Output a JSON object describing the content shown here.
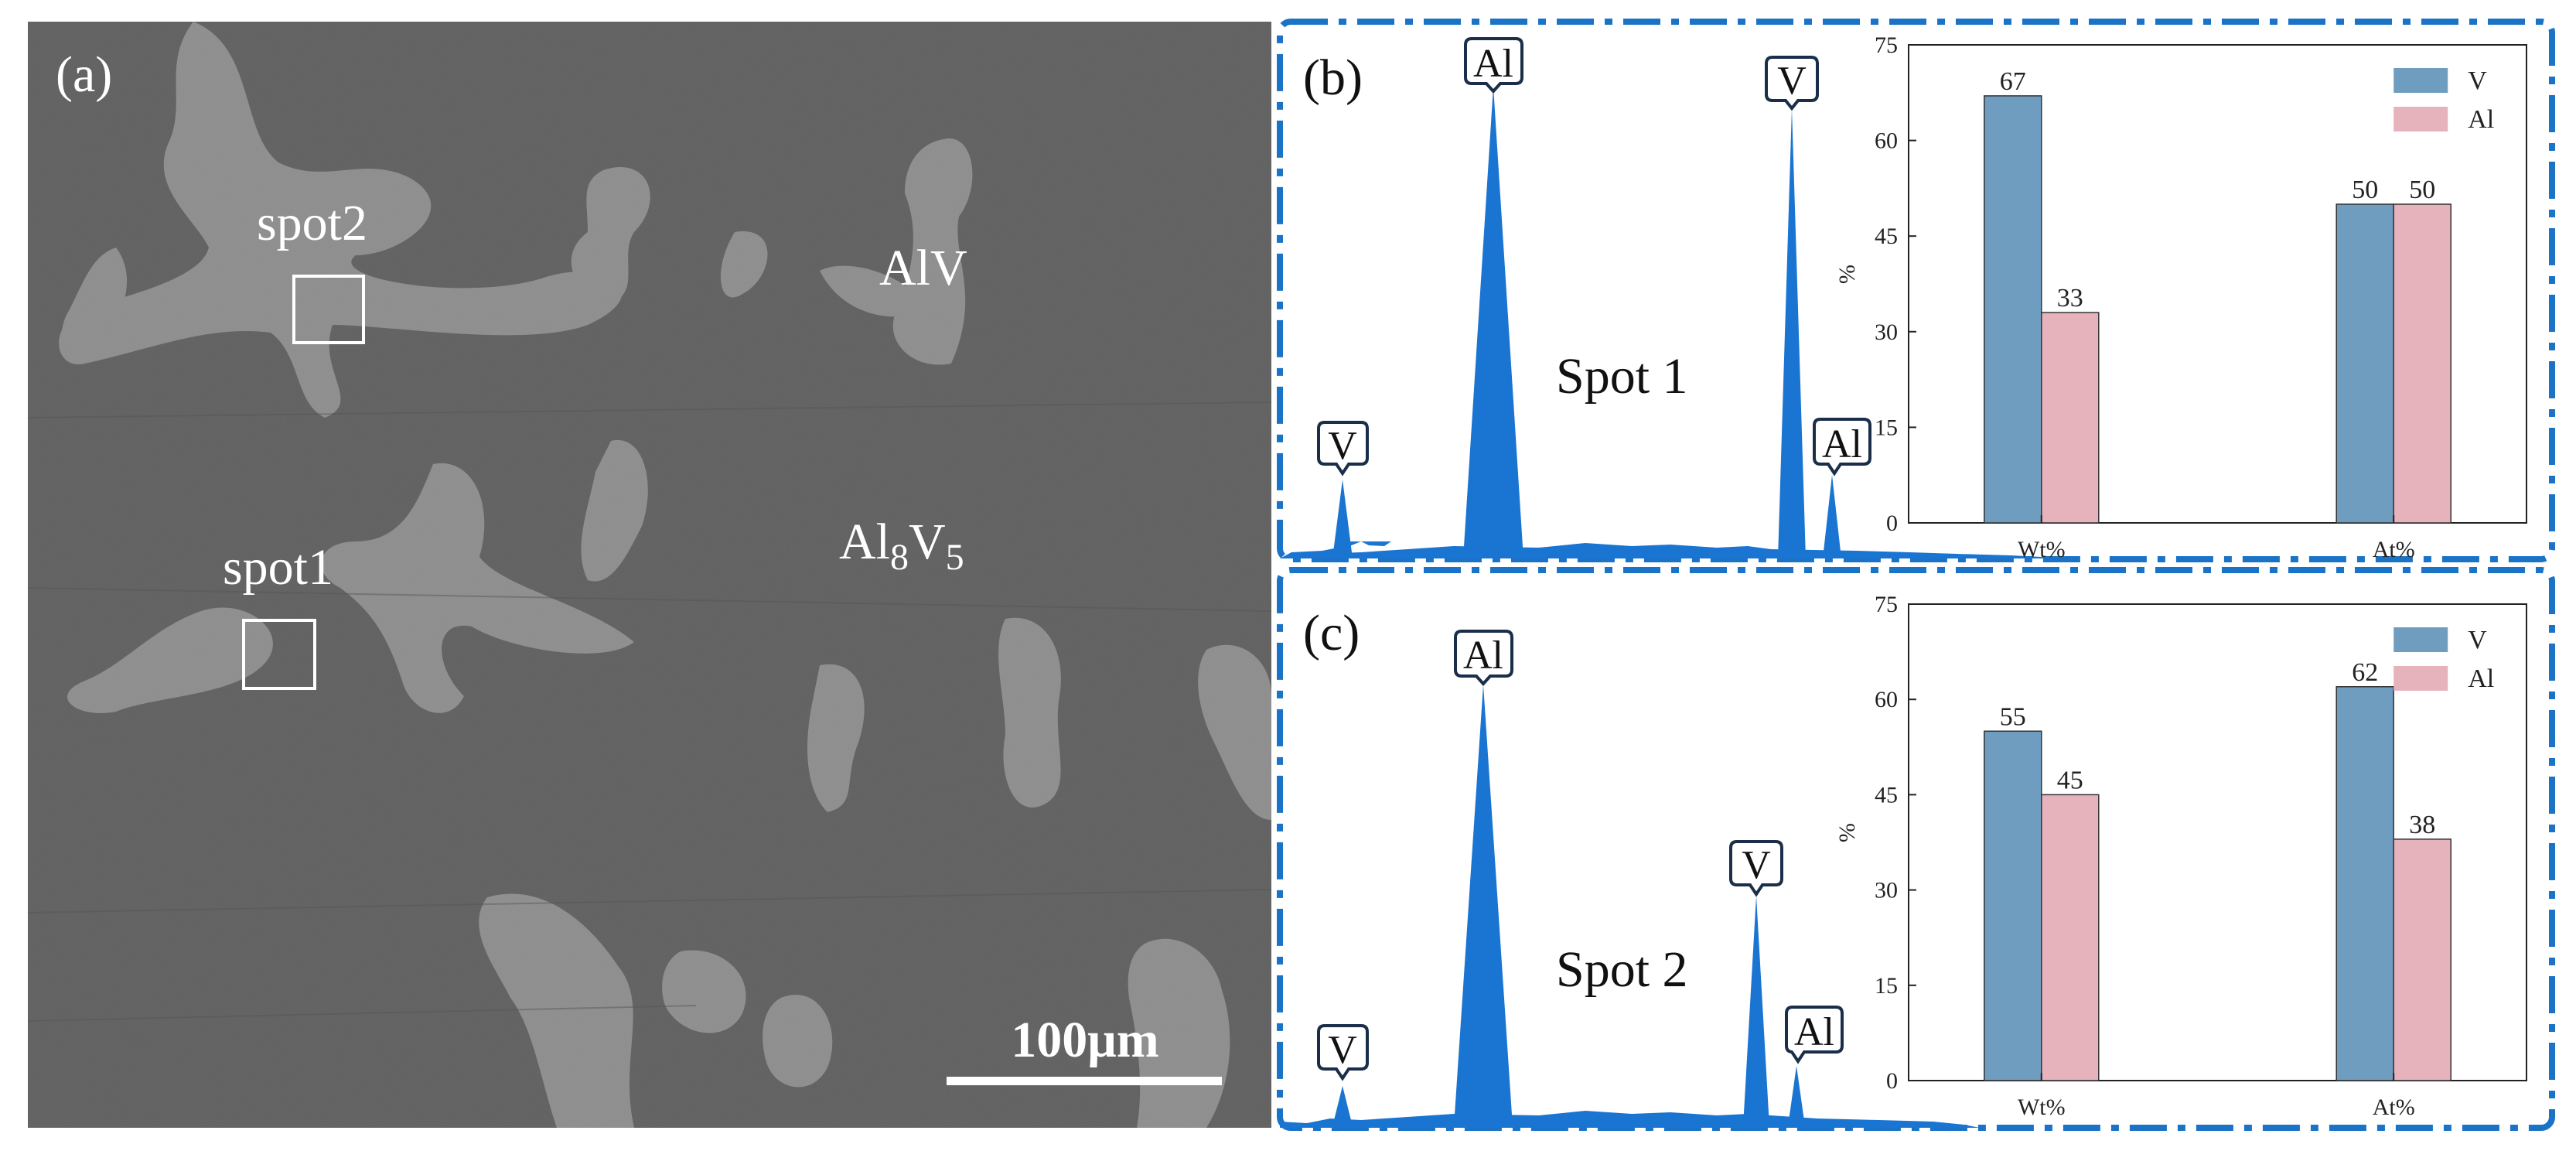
{
  "panel_a": {
    "label": "(a)",
    "spot1_label": "spot1",
    "spot2_label": "spot2",
    "phase_alv": "AlV",
    "phase_al8v5_base": "Al",
    "phase_al8v5_sub1": "8",
    "phase_al8v5_mid": "V",
    "phase_al8v5_sub2": "5",
    "scalebar_label": "100μm",
    "colors": {
      "matrix": "#5f5f5f",
      "phase": "#8d8d8d",
      "text": "#ffffff"
    }
  },
  "panel_b": {
    "label": "(b)",
    "spectrum_title": "Spot 1",
    "peak_labels": [
      "V",
      "Al",
      "V",
      "Al"
    ]
  },
  "panel_c": {
    "label": "(c)",
    "spectrum_title": "Spot 2",
    "peak_labels": [
      "V",
      "Al",
      "V",
      "Al"
    ]
  },
  "colors": {
    "frame": "#1a73c7",
    "spectrum": "#1a74d2",
    "v_bar": "#6f9dc0",
    "al_bar": "#e6b2bb"
  },
  "chart_data": [
    {
      "type": "bar",
      "panel": "b",
      "categories": [
        "Wt%",
        "At%"
      ],
      "series": [
        {
          "name": "V",
          "values": [
            67,
            50
          ],
          "color": "#6f9dc0"
        },
        {
          "name": "Al",
          "values": [
            33,
            50
          ],
          "color": "#e6b2bb"
        }
      ],
      "ylabel": "%",
      "ylim": [
        0,
        75
      ],
      "yticks": [
        0,
        15,
        30,
        45,
        60,
        75
      ],
      "legend": "top-right",
      "grid": false
    },
    {
      "type": "bar",
      "panel": "c",
      "categories": [
        "Wt%",
        "At%"
      ],
      "series": [
        {
          "name": "V",
          "values": [
            55,
            62
          ],
          "color": "#6f9dc0"
        },
        {
          "name": "Al",
          "values": [
            45,
            38
          ],
          "color": "#e6b2bb"
        }
      ],
      "ylabel": "%",
      "ylim": [
        0,
        75
      ],
      "yticks": [
        0,
        15,
        30,
        45,
        60,
        75
      ],
      "legend": "top-right",
      "grid": false
    }
  ]
}
